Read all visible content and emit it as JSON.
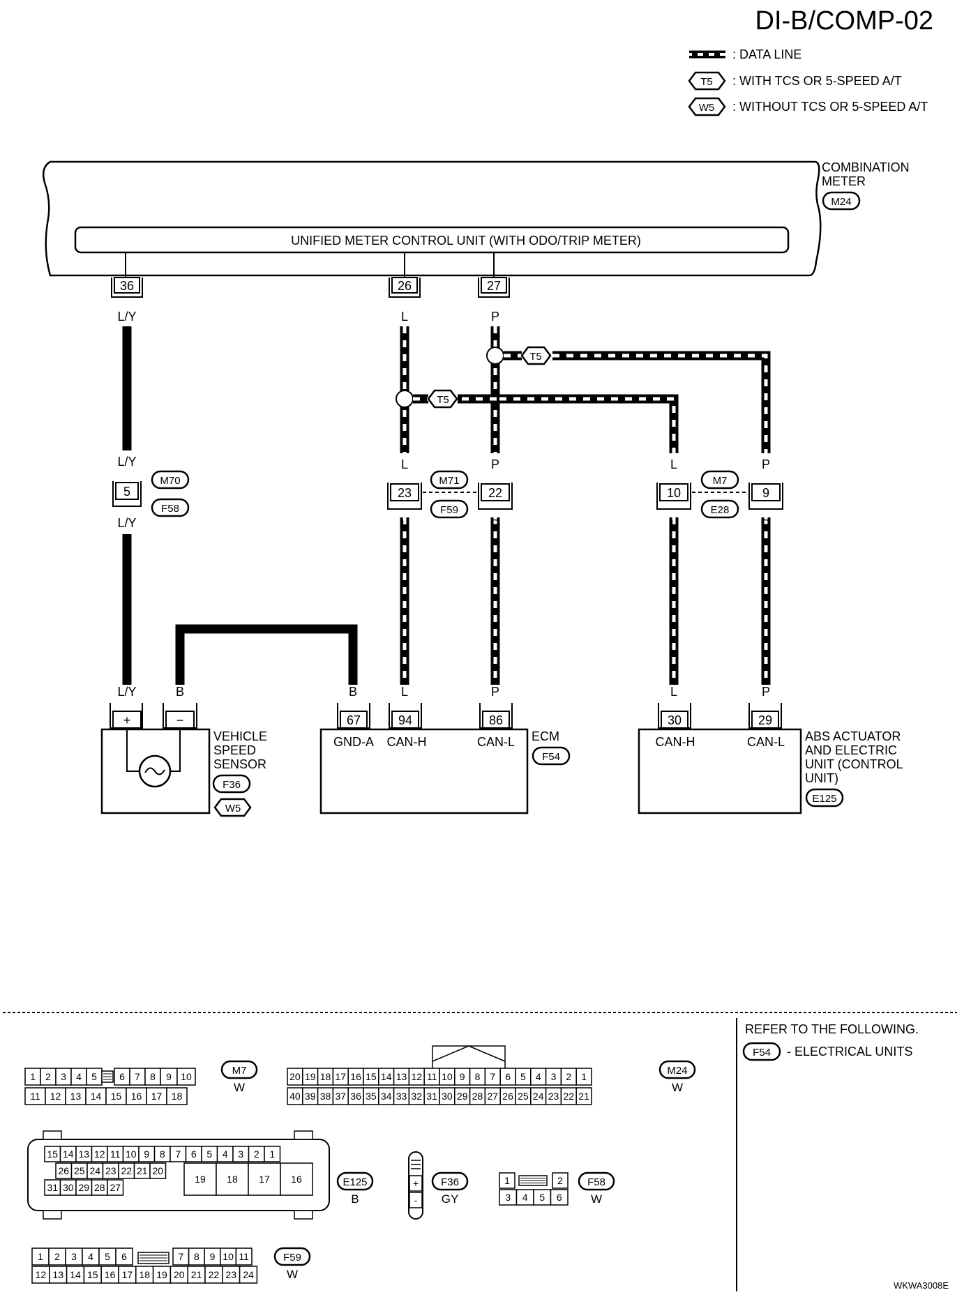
{
  "page": {
    "code": "DI-B/COMP-02",
    "footer_code": "WKWA3008E"
  },
  "legend": {
    "data_line": ": DATA LINE",
    "t5_tag": "T5",
    "t5_text": ": WITH TCS OR 5-SPEED A/T",
    "w5_tag": "W5",
    "w5_text": ": WITHOUT TCS OR 5-SPEED A/T"
  },
  "combination_meter": {
    "line1": "COMBINATION",
    "line2": "METER",
    "connector": "M24",
    "unit_label": "UNIFIED METER CONTROL UNIT (WITH ODO/TRIP METER)",
    "pins": [
      "36",
      "26",
      "27"
    ]
  },
  "wires": {
    "ly": "L/Y",
    "l": "L",
    "p": "P",
    "b": "B",
    "t5": "T5"
  },
  "joint_m70": {
    "pin": "5",
    "top": "M70",
    "bottom": "F58"
  },
  "joint_m71": {
    "pin_l": "23",
    "pin_p": "22",
    "top": "M71",
    "bottom": "F59"
  },
  "joint_m7": {
    "pin_l": "10",
    "pin_p": "9",
    "top": "M7",
    "bottom": "E28"
  },
  "vss": {
    "line1": "VEHICLE",
    "line2": "SPEED",
    "line3": "SENSOR",
    "connector": "F36",
    "tag": "W5",
    "plus": "+",
    "minus": "−"
  },
  "ecm": {
    "label": "ECM",
    "connector": "F54",
    "pins": [
      "67",
      "94",
      "86"
    ],
    "gnd": "GND-A",
    "canh": "CAN-H",
    "canl": "CAN-L"
  },
  "abs": {
    "line1": "ABS ACTUATOR",
    "line2": "AND ELECTRIC",
    "line3": "UNIT (CONTROL",
    "line4": "UNIT)",
    "connector": "E125",
    "pins": [
      "30",
      "29"
    ],
    "canh": "CAN-H",
    "canl": "CAN-L"
  },
  "refer": {
    "line1": "REFER TO THE FOLLOWING.",
    "tag": "F54",
    "line2": "- ELECTRICAL UNITS"
  },
  "connectors": {
    "m7": {
      "name": "M7",
      "color": "W",
      "row1": [
        "1",
        "2",
        "3",
        "4",
        "5",
        "6",
        "7",
        "8",
        "9",
        "10"
      ],
      "row2": [
        "11",
        "12",
        "13",
        "14",
        "15",
        "16",
        "17",
        "18"
      ]
    },
    "m24": {
      "name": "M24",
      "color": "W",
      "row1": [
        "20",
        "19",
        "18",
        "17",
        "16",
        "15",
        "14",
        "13",
        "12",
        "11",
        "10",
        "9",
        "8",
        "7",
        "6",
        "5",
        "4",
        "3",
        "2",
        "1"
      ],
      "row2": [
        "40",
        "39",
        "38",
        "37",
        "36",
        "35",
        "34",
        "33",
        "32",
        "31",
        "30",
        "29",
        "28",
        "27",
        "26",
        "25",
        "24",
        "23",
        "22",
        "21"
      ]
    },
    "e125": {
      "name": "E125",
      "color": "B",
      "row1": [
        "15",
        "14",
        "13",
        "12",
        "11",
        "10",
        "9",
        "8",
        "7",
        "6",
        "5",
        "4",
        "3",
        "2",
        "1"
      ],
      "row2": [
        "26",
        "25",
        "24",
        "23",
        "22",
        "21",
        "20"
      ],
      "row3": [
        "31",
        "30",
        "29",
        "28",
        "27"
      ],
      "big": [
        "19",
        "18",
        "17",
        "16"
      ]
    },
    "f36": {
      "name": "F36",
      "color": "GY",
      "plus": "+",
      "minus": "-"
    },
    "f58": {
      "name": "F58",
      "color": "W",
      "row1": [
        "1",
        "2"
      ],
      "row2": [
        "3",
        "4",
        "5",
        "6"
      ]
    },
    "f59": {
      "name": "F59",
      "color": "W",
      "row1": [
        "1",
        "2",
        "3",
        "4",
        "5",
        "6",
        "7",
        "8",
        "9",
        "10",
        "11"
      ],
      "row2": [
        "12",
        "13",
        "14",
        "15",
        "16",
        "17",
        "18",
        "19",
        "20",
        "21",
        "22",
        "23",
        "24"
      ]
    }
  }
}
